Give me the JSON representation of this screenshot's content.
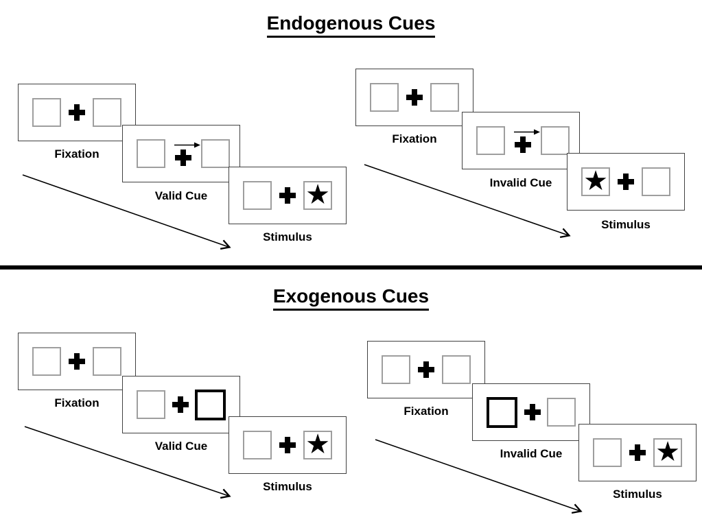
{
  "sections": [
    {
      "title": "Endogenous Cues",
      "groups": [
        {
          "name": "endogenous-valid",
          "cue_description": "central rightward arrow above fixation cross",
          "stimulus_side": "right",
          "panels": [
            {
              "label": "Fixation"
            },
            {
              "label": "Valid Cue"
            },
            {
              "label": "Stimulus"
            }
          ]
        },
        {
          "name": "endogenous-invalid",
          "cue_description": "central rightward arrow above fixation cross",
          "stimulus_side": "left",
          "panels": [
            {
              "label": "Fixation"
            },
            {
              "label": "Invalid Cue"
            },
            {
              "label": "Stimulus"
            }
          ]
        }
      ]
    },
    {
      "title": "Exogenous Cues",
      "groups": [
        {
          "name": "exogenous-valid",
          "cue_description": "right peripheral box brightened (bold outline)",
          "stimulus_side": "right",
          "panels": [
            {
              "label": "Fixation"
            },
            {
              "label": "Valid Cue"
            },
            {
              "label": "Stimulus"
            }
          ]
        },
        {
          "name": "exogenous-invalid",
          "cue_description": "left peripheral box brightened (bold outline)",
          "stimulus_side": "right",
          "panels": [
            {
              "label": "Fixation"
            },
            {
              "label": "Invalid Cue"
            },
            {
              "label": "Stimulus"
            }
          ]
        }
      ]
    }
  ],
  "glyphs": {
    "star": "★"
  },
  "colors": {
    "ink": "#000000",
    "square_border": "#9e9e9e",
    "panel_border": "#404040",
    "background": "#ffffff"
  }
}
